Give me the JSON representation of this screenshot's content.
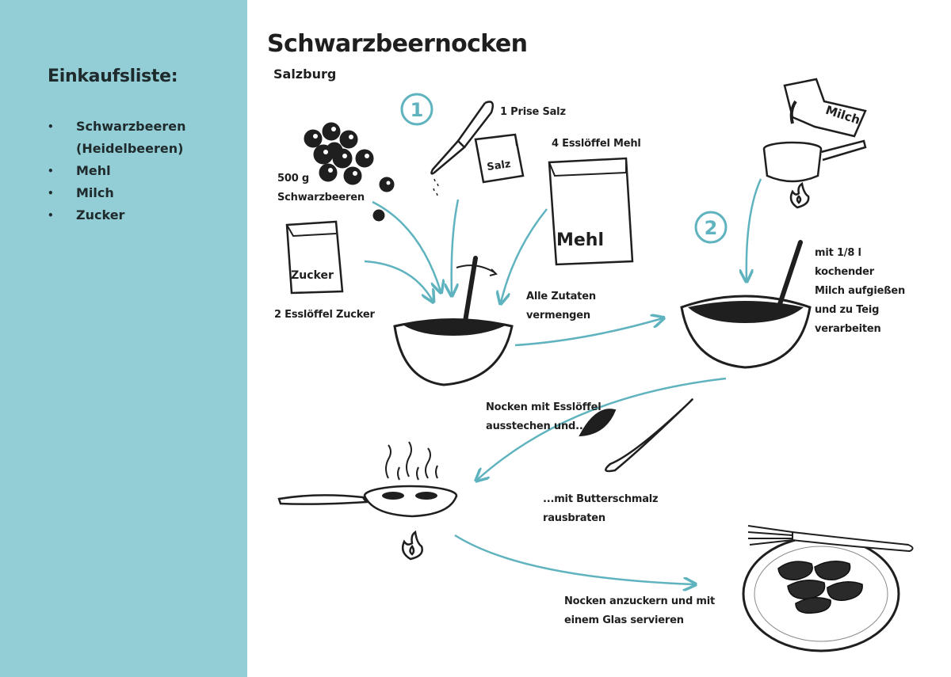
{
  "sidebar": {
    "heading": "Einkaufsliste:",
    "items": [
      {
        "line1": "Schwarzbeeren",
        "line2": "(Heidelbeeren)"
      },
      {
        "line1": "Mehl"
      },
      {
        "line1": "Milch"
      },
      {
        "line1": "Zucker"
      }
    ]
  },
  "recipe": {
    "title": "Schwarzbeernocken",
    "region": "Salzburg"
  },
  "steps": {
    "one": "1",
    "two": "2"
  },
  "package_labels": {
    "salz": "Salz",
    "mehl": "Mehl",
    "zucker": "Zucker",
    "milch": "Milch"
  },
  "labels": {
    "beeren_1": "500 g",
    "beeren_2": "Schwarzbeeren",
    "salz": "1 Prise Salz",
    "mehl": "4 Esslöffel Mehl",
    "zucker": "2 Esslöffel Zucker",
    "vermengen_1": "Alle Zutaten",
    "vermengen_2": "vermengen",
    "milch_1": "mit 1/8 l",
    "milch_2": "kochender",
    "milch_3": "Milch aufgießen",
    "milch_4": "und zu Teig",
    "milch_5": "verarbeiten",
    "nocken_1": "Nocken mit Esslöffel",
    "nocken_2": "ausstechen und...",
    "braten_1": "...mit Butterschmalz",
    "braten_2": "rausbraten",
    "servieren_1": "Nocken anzuckern und mit",
    "servieren_2": "einem Glas servieren"
  },
  "colors": {
    "sidebar_bg": "#93cdd6",
    "accent": "#5fb3be",
    "ink": "#1f1f1f"
  },
  "icons": [
    "blueberries-icon",
    "knife-icon",
    "salt-bag-icon",
    "flour-bag-icon",
    "sugar-bag-icon",
    "milk-carton-icon",
    "saucepan-icon",
    "flame-icon",
    "mixing-bowl-icon",
    "dough-bowl-icon",
    "spoon-icon",
    "frying-pan-icon",
    "plate-icon",
    "fork-icon"
  ]
}
